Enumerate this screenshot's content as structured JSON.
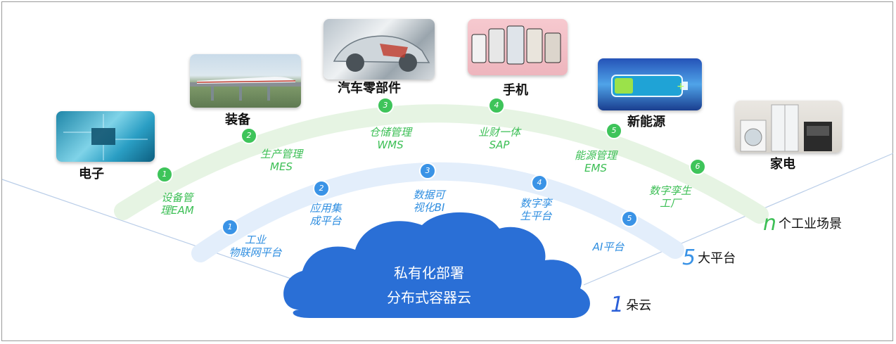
{
  "cloud": {
    "line1": "私有化部署",
    "line2": "分布式容器云"
  },
  "legend": {
    "cloud": {
      "num": "1",
      "text": "朵云",
      "num_color": "#2a5fd8"
    },
    "platforms": {
      "num": "5",
      "text": "大平台",
      "num_color": "#3a93e6"
    },
    "scenarios": {
      "num": "n",
      "text": "个工业场景",
      "num_color": "#3cbf55"
    }
  },
  "platforms": [
    {
      "num": "1",
      "lines": [
        "工业",
        "物联网平台"
      ]
    },
    {
      "num": "2",
      "lines": [
        "应用集",
        "成平台"
      ]
    },
    {
      "num": "3",
      "lines": [
        "数据可",
        "视化BI"
      ]
    },
    {
      "num": "4",
      "lines": [
        "数字孪",
        "生平台"
      ]
    },
    {
      "num": "5",
      "lines": [
        "AI平台"
      ]
    }
  ],
  "scenarios": [
    {
      "num": "1",
      "lines": [
        "设备管",
        "理EAM"
      ]
    },
    {
      "num": "2",
      "lines": [
        "生产管理",
        "MES"
      ]
    },
    {
      "num": "3",
      "lines": [
        "仓储管理",
        "WMS"
      ]
    },
    {
      "num": "4",
      "lines": [
        "业财一体",
        "SAP"
      ]
    },
    {
      "num": "5",
      "lines": [
        "能源管理",
        "EMS"
      ]
    },
    {
      "num": "6",
      "lines": [
        "数字孪生",
        "工厂"
      ]
    }
  ],
  "industries": [
    {
      "label": "电子",
      "icon": "circuit-board-image"
    },
    {
      "label": "装备",
      "icon": "high-speed-train-image"
    },
    {
      "label": "汽车零部件",
      "icon": "car-parts-image"
    },
    {
      "label": "手机",
      "icon": "smartphones-image"
    },
    {
      "label": "新能源",
      "icon": "battery-image"
    },
    {
      "label": "家电",
      "icon": "home-appliances-image"
    }
  ],
  "colors": {
    "green": "#3cbf55",
    "blue": "#3a93e6",
    "cloud": "#2a6fd6",
    "green_arc": "#e6f4e3",
    "blue_arc": "#e3eefb",
    "rays": "#b9cde8"
  }
}
